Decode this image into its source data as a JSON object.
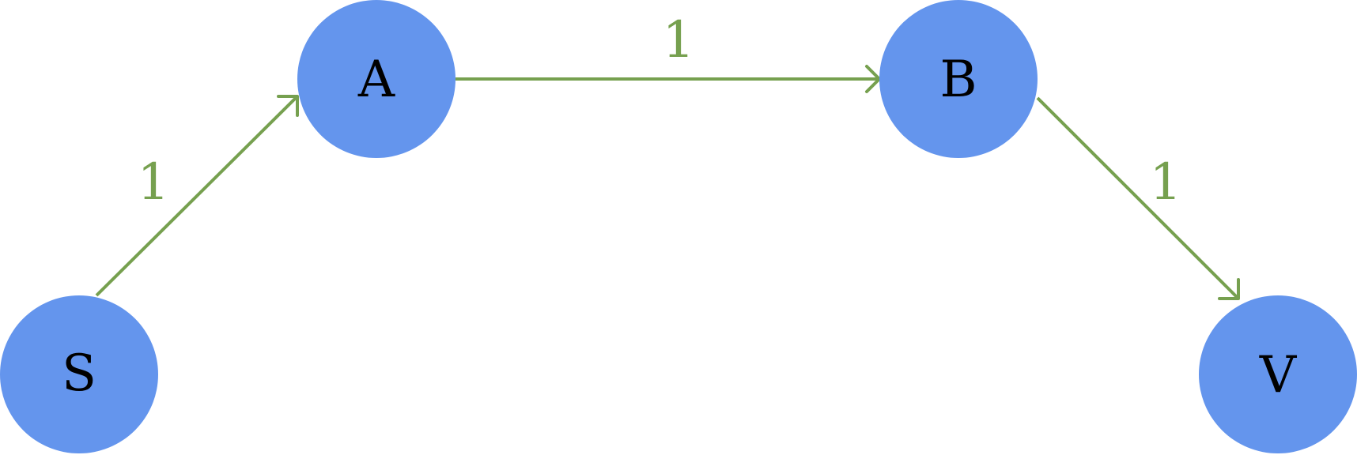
{
  "colors": {
    "node_fill": "#6495ED",
    "edge": "#76A04F",
    "edge_label": "#76A04F",
    "node_text": "#000000"
  },
  "nodes": {
    "S": {
      "label": "S"
    },
    "A": {
      "label": "A"
    },
    "B": {
      "label": "B"
    },
    "V": {
      "label": "V"
    }
  },
  "edges": [
    {
      "from": "S",
      "to": "A",
      "weight": "1"
    },
    {
      "from": "A",
      "to": "B",
      "weight": "1"
    },
    {
      "from": "B",
      "to": "V",
      "weight": "1"
    }
  ]
}
